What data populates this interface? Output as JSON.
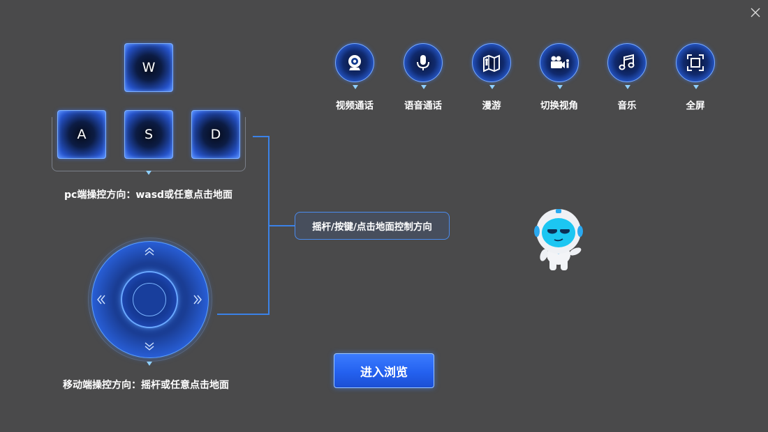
{
  "close": {
    "icon": "close-icon"
  },
  "keys": {
    "w": "W",
    "a": "A",
    "s": "S",
    "d": "D"
  },
  "pc_hint": "pc端操控方向：wasd或任意点击地面",
  "mobile_hint": "移动端操控方向：摇杆或任意点击地面",
  "control_hint": "摇杆/按键/点击地面控制方向",
  "features": [
    {
      "label": "视频通话",
      "icon": "webcam-icon"
    },
    {
      "label": "语音通话",
      "icon": "microphone-icon"
    },
    {
      "label": "漫游",
      "icon": "map-tour-icon"
    },
    {
      "label": "切换视角",
      "icon": "camera-person-icon"
    },
    {
      "label": "音乐",
      "icon": "music-note-icon"
    },
    {
      "label": "全屏",
      "icon": "fullscreen-icon"
    }
  ],
  "enter_button": "进入浏览",
  "colors": {
    "background": "#4a4a4b",
    "accent": "#3b82e8",
    "key_border": "#7fb2ff",
    "indicator": "#8fd0ff"
  }
}
